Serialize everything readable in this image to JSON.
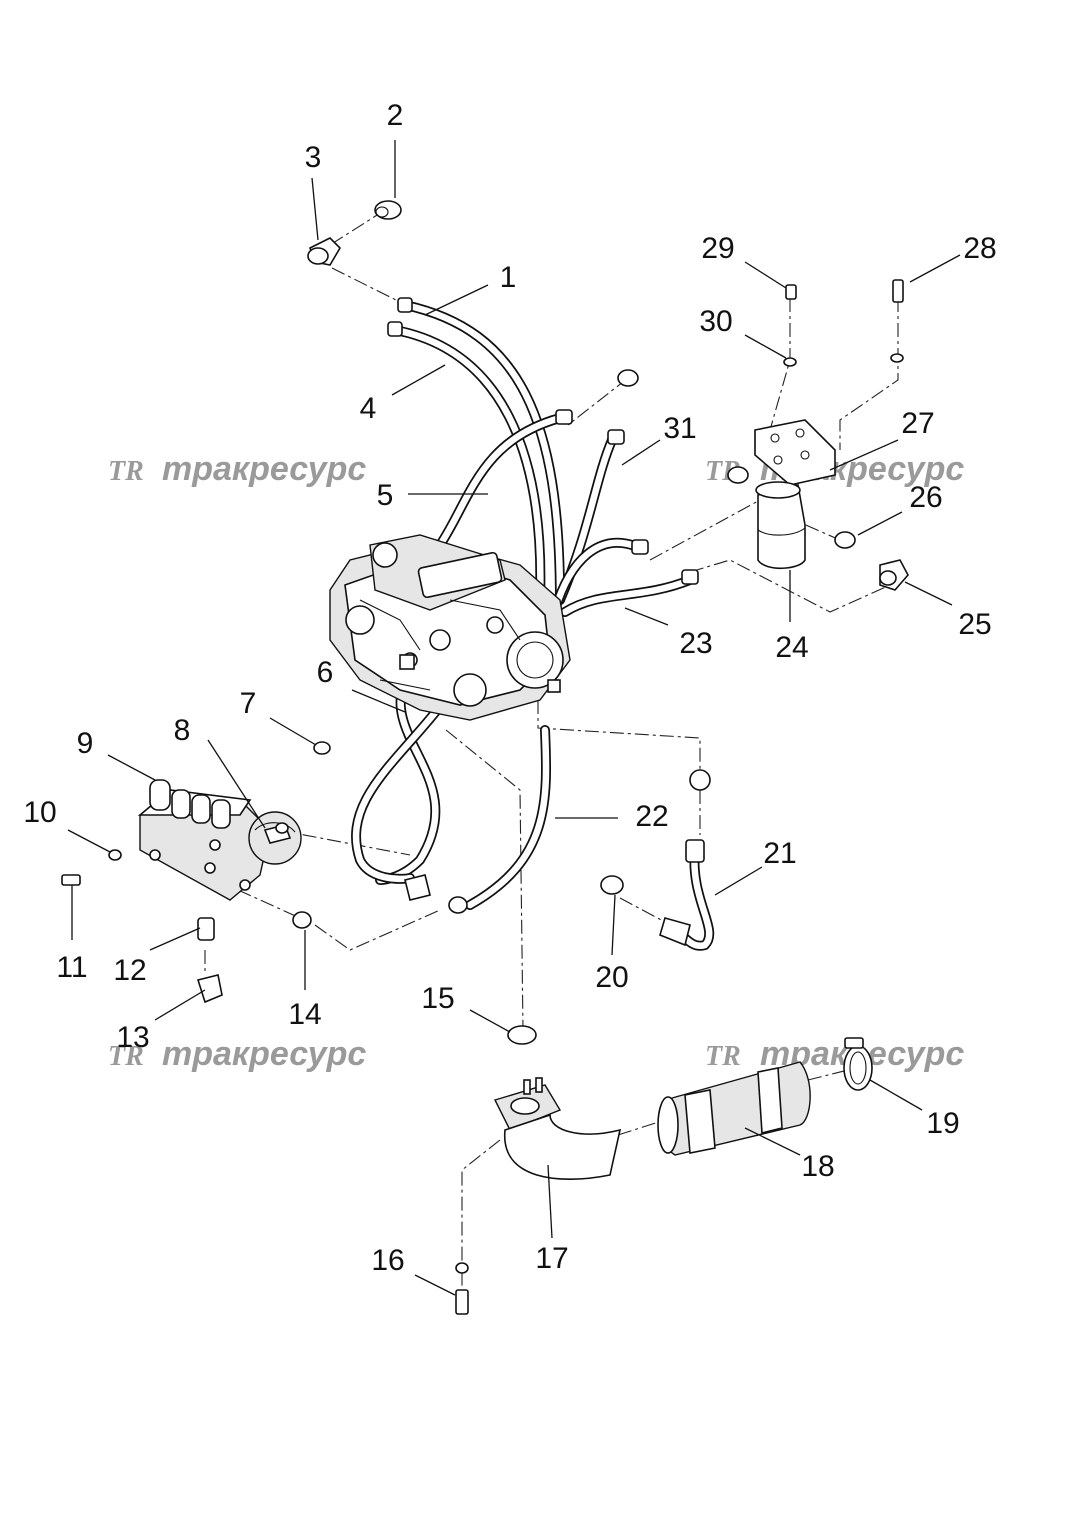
{
  "watermark": {
    "logo": "TR",
    "text": "тракресурс"
  },
  "callouts": {
    "c1": "1",
    "c2": "2",
    "c3": "3",
    "c4": "4",
    "c5": "5",
    "c6": "6",
    "c7": "7",
    "c8": "8",
    "c9": "9",
    "c10": "10",
    "c11": "11",
    "c12": "12",
    "c13": "13",
    "c14": "14",
    "c15": "15",
    "c16": "16",
    "c17": "17",
    "c18": "18",
    "c19": "19",
    "c20": "20",
    "c21": "21",
    "c22": "22",
    "c23": "23",
    "c24": "24",
    "c25": "25",
    "c26": "26",
    "c27": "27",
    "c28": "28",
    "c29": "29",
    "c30": "30",
    "c31": "31"
  }
}
